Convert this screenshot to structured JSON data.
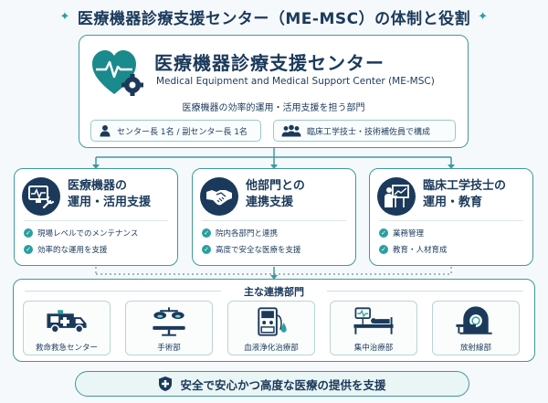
{
  "title": "医療機器診療支援センター（ME-MSC）の体制と役割",
  "main": {
    "name_ja": "医療機器診療支援センター",
    "name_en": "Medical Equipment and Medical Support Center (ME-MSC)",
    "subtitle": "医療機器の効率的運用・活用支援を担う部門",
    "staff_leaders": "センター長 1名 / 副センター長 1名",
    "staff_members": "臨床工学技士・技術補佐員で構成"
  },
  "roles": [
    {
      "title_line1": "医療機器の",
      "title_line2": "運用・活用支援",
      "bullets": [
        "現場レベルでのメンテナンス",
        "効率的な運用を支援"
      ]
    },
    {
      "title_line1": "他部門との",
      "title_line2": "連携支援",
      "bullets": [
        "院内各部門と連携",
        "高度で安全な医療を支援"
      ]
    },
    {
      "title_line1": "臨床工学技士の",
      "title_line2": "運用・教育",
      "bullets": [
        "業務管理",
        "教育・人材育成"
      ]
    }
  ],
  "departments": {
    "heading": "主な連携部門",
    "items": [
      "救命救急センター",
      "手術部",
      "血液浄化治療部",
      "集中治療部",
      "放射線部"
    ]
  },
  "footer": "安全で安心かつ高度な医療の提供を支援",
  "colors": {
    "navy": "#1b3a5b",
    "teal": "#2a9fa1",
    "border": "#3d9a9c"
  },
  "icons": [
    "heart-gear-icon",
    "person-icon",
    "group-icon",
    "monitor-wrench-icon",
    "handshake-icon",
    "teacher-board-icon",
    "ambulance-icon",
    "surgical-light-icon",
    "dialysis-machine-icon",
    "hospital-bed-icon",
    "ct-scanner-icon",
    "shield-cross-icon"
  ]
}
